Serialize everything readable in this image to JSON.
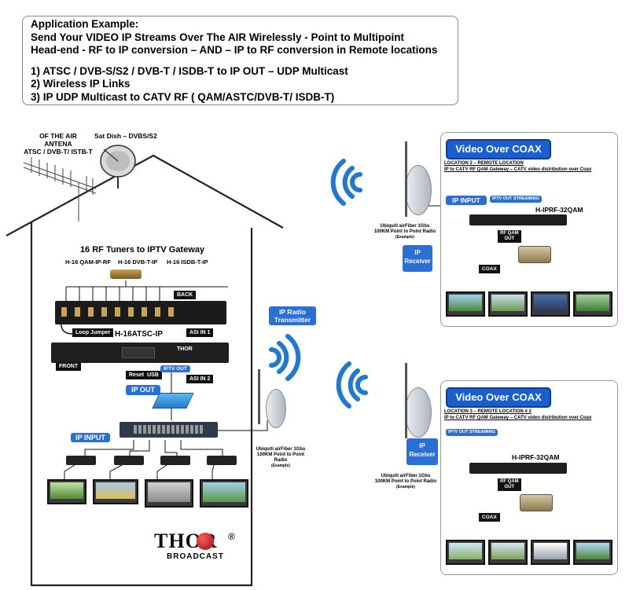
{
  "header": {
    "title": "Application Example:",
    "line1": "Send Your VIDEO IP Streams Over The AIR Wirelessly - Point to Multipoint",
    "line2": "Head-end - RF to IP conversion – AND – IP to RF conversion in Remote locations",
    "item1": "1)  ATSC / DVB-S/S2 / DVB-T / ISDB-T to IP OUT – UDP Multicast",
    "item2": "2)  Wireless IP Links",
    "item3": "3)  IP UDP Multicast to CATV RF ( QAM/ASTC/DVB-T/ ISDB-T)"
  },
  "headend": {
    "antenna_label_1": "OF THE AIR",
    "antenna_label_2": "ANTENA",
    "antenna_label_3": "ATSC / DVB-T/ ISTB-T",
    "satdish_label": "Sat Dish – DVBS/S2",
    "gateway_title": "16 RF Tuners to IPTV Gateway",
    "model_1": "H-16 QAM-IP-RF",
    "model_2": "H-16 DVB-T-IP",
    "model_3": "H-16 ISDB-T-IP",
    "back_label": "BACK",
    "loop_jumper": "Loop Jumper",
    "device_name": "H-16ATSC-IP",
    "asi_in_1": "ASI IN 1",
    "asi_in_2": "ASI IN 2",
    "front_label": "FRONT",
    "reset_label": "Reset",
    "usb_label": "USB",
    "iptv_out": "IPTV OUT",
    "ip_out": "IP OUT",
    "ip_input": "IP INPUT",
    "radio_transmitter_1": "IP Radio",
    "radio_transmitter_2": "Transmitter",
    "radio_caption_1": "Ubiquiti airFiber 1Gbs",
    "radio_caption_2": "100KM Point to Point Radio",
    "radio_caption_3": "(Example)",
    "logo_text": "THOR",
    "logo_sub": "BROADCAST"
  },
  "remote_top": {
    "title": "Video Over COAX",
    "location": "LOCATION 2 – REMOTE LOCATION",
    "desc": "IP to CATV RF QAM  Gateway – CATV video distribution over Coax",
    "ip_input": "IP INPUT",
    "iptv_streaming": "IPTV OUT STREAMING",
    "device_name": "H-IPRF-32QAM",
    "rf_qam_out_1": "RF QAM",
    "rf_qam_out_2": "OUT",
    "coax": "COAX",
    "receiver_1": "IP",
    "receiver_2": "Receiver",
    "radio_caption_1": "Ubiquiti airFiber 1Gbs",
    "radio_caption_2": "100KM Point to Point Radio",
    "radio_caption_3": "(Example)"
  },
  "remote_bottom": {
    "title": "Video Over COAX",
    "location": "LOCATION 3 – REMOTE LOCATION #  2",
    "desc": "IP to CATV RF QAM  Gateway – CATV video distribution over Coax",
    "iptv_streaming": "IPTV OUT STREAMING",
    "device_name": "H-IPRF-32QAM",
    "rf_qam_out_1": "RF QAM",
    "rf_qam_out_2": "OUT",
    "coax": "COAX",
    "receiver_1": "IP",
    "receiver_2": "Receiver",
    "radio_caption_1": "Ubiquiti airFiber 1Gbs",
    "radio_caption_2": "100KM Point to Point Radio",
    "radio_caption_3": "(Example)"
  },
  "colors": {
    "accent_blue": "#2a6fd6",
    "title_blue": "#1a5fcf",
    "wifi_blue": "#1f78d1",
    "logo_red": "#c8102e"
  }
}
